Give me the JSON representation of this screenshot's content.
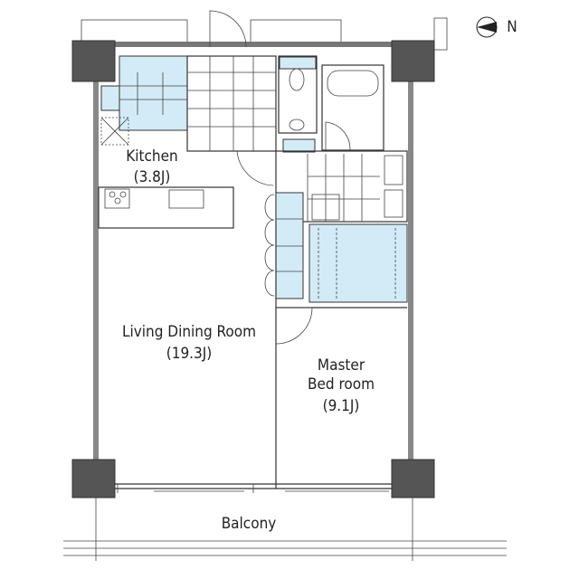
{
  "rooms": {
    "kitchen": {
      "name": "Kitchen",
      "size": "(3.8J)"
    },
    "living": {
      "name": "Living Dining Room",
      "size": "(19.3J)"
    },
    "bedroom": {
      "name_line1": "Master",
      "name_line2": "Bed room",
      "size": "(9.1J)"
    },
    "balcony": {
      "name": "Balcony"
    }
  },
  "compass": {
    "label": "N"
  },
  "colors": {
    "fixture": "#d3ebf6",
    "column": "#555555",
    "wall": "#333333"
  }
}
